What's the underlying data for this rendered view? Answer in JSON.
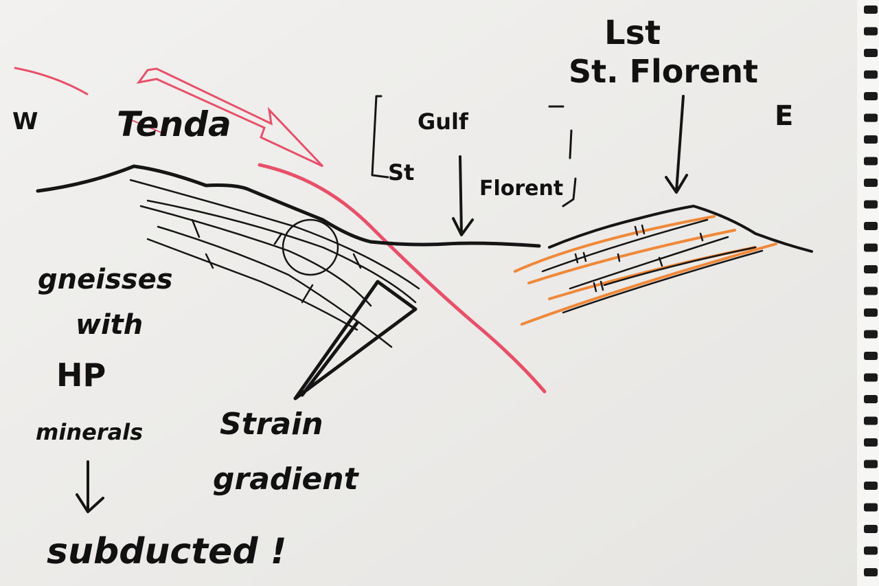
{
  "colors": {
    "paper": "#efeeec",
    "ink": "#151515",
    "red": "#e8506a",
    "orange": "#f0883a"
  },
  "labels": {
    "west": "W",
    "tenda": "Tenda",
    "gulf_bracket": {
      "line1": "Gulf",
      "line2": "St",
      "line3": "Florent"
    },
    "lst": "Lst",
    "st_florent": "St. Florent",
    "east": "E",
    "gneisses": {
      "line1": "gneisses",
      "line2": "with",
      "line3": "HP",
      "line4": "minerals"
    },
    "subducted": "subducted !",
    "strain": {
      "line1": "Strain",
      "line2": "gradient"
    }
  }
}
